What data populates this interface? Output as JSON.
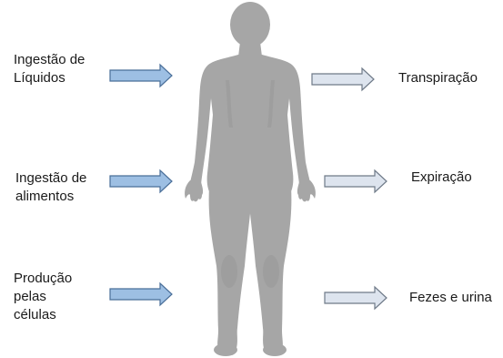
{
  "inputs": [
    {
      "label": "Ingestão de\nLíquidos"
    },
    {
      "label": "Ingestão de\nalimentos"
    },
    {
      "label": "Produção\npelas\ncélulas"
    }
  ],
  "outputs": [
    {
      "label": "Transpiração"
    },
    {
      "label": "Expiração"
    },
    {
      "label": "Fezes e urina"
    }
  ],
  "colors": {
    "input_arrow_fill": "#9dbfe3",
    "input_arrow_stroke": "#4a6f99",
    "output_arrow_fill": "#dde4ee",
    "output_arrow_stroke": "#6f7a88",
    "body_fill": "#a6a6a6",
    "body_shade": "#8f8f8f"
  },
  "icons": {
    "figure": "human-body-silhouette"
  }
}
